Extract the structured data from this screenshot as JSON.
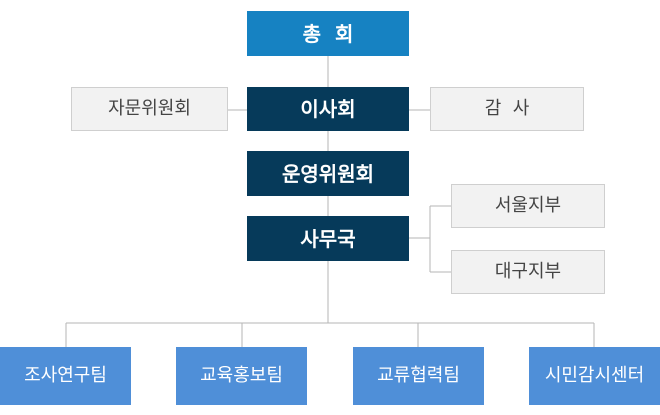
{
  "org_chart": {
    "general_assembly": "총  회",
    "board": "이사회",
    "advisory_committee": "자문위원회",
    "audit": "감  사",
    "steering_committee": "운영위원회",
    "secretariat": "사무국",
    "branches": [
      "서울지부",
      "대구지부"
    ],
    "teams": [
      "조사연구팀",
      "교육홍보팀",
      "교류협력팀",
      "시민감시센터"
    ]
  },
  "colors": {
    "top_box": "#1682c2",
    "navy_box": "#063a5a",
    "gray_box": "#f2f2f2",
    "gray_border": "#cfcfcf",
    "team_box": "#4f8fd8",
    "connector": "#b5b5b5"
  }
}
